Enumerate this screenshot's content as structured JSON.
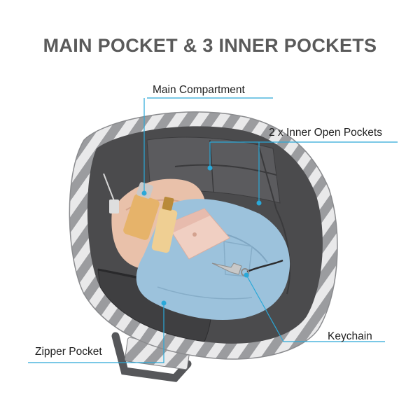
{
  "title": "MAIN POCKET & 3 INNER POCKETS",
  "callouts": {
    "main_compartment": "Main Compartment",
    "inner_open_pockets": "2 x Inner Open Pockets",
    "keychain": "Keychain",
    "zipper_pocket": "Zipper Pocket"
  },
  "colors": {
    "title": "#5a5a5a",
    "callout_line": "#2aa8d8",
    "bag_lining": "#4b4b4d",
    "bag_stripe_light": "#e9e9ea",
    "bag_stripe_gray": "#9b9c9f",
    "jeans": "#9cc2dc",
    "sweater": "#e9c1aa",
    "wallet": "#f0cfc2",
    "bottle": "#e6b36a"
  }
}
